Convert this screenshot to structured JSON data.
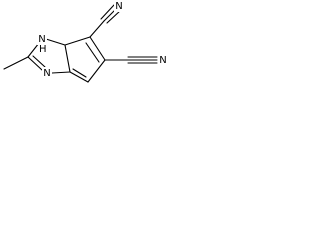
{
  "structure": {
    "atoms": {
      "n_top": "N",
      "h_top": "H",
      "n_bottom": "N",
      "n_nitrile_top": "N",
      "n_nitrile_right": "N"
    }
  }
}
